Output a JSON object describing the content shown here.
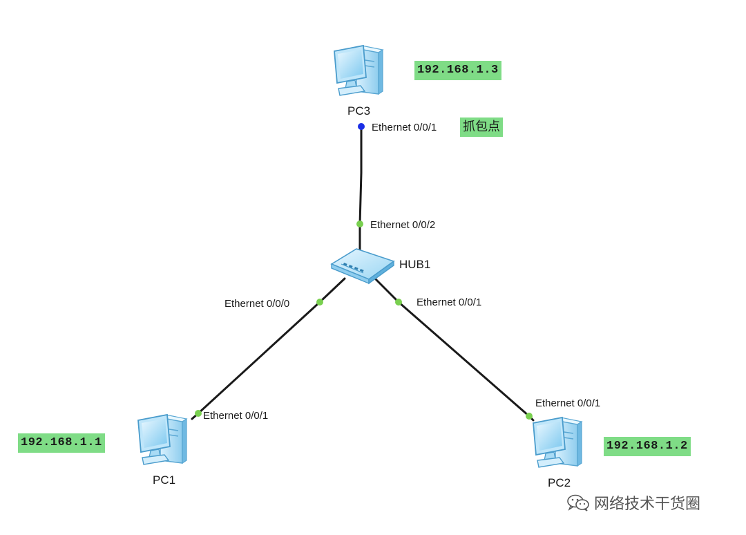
{
  "devices": {
    "pc3": {
      "name": "PC3",
      "ip": "192.168.1.3"
    },
    "hub": {
      "name": "HUB1"
    },
    "pc1": {
      "name": "PC1",
      "ip": "192.168.1.1"
    },
    "pc2": {
      "name": "PC2",
      "ip": "192.168.1.2"
    }
  },
  "ports": {
    "pc3_eth": "Ethernet 0/0/1",
    "hub_to_pc3": "Ethernet 0/0/2",
    "hub_to_pc1": "Ethernet 0/0/0",
    "hub_to_pc2": "Ethernet 0/0/1",
    "pc1_eth": "Ethernet 0/0/1",
    "pc2_eth": "Ethernet 0/0/1"
  },
  "capture_note": "抓包点",
  "watermark": "网络技术干货圈",
  "colors": {
    "link": "#1a1a1a",
    "port_up": "#79d04f",
    "port_capture": "#1a2ee6",
    "label_bg": "#7fdc86"
  }
}
